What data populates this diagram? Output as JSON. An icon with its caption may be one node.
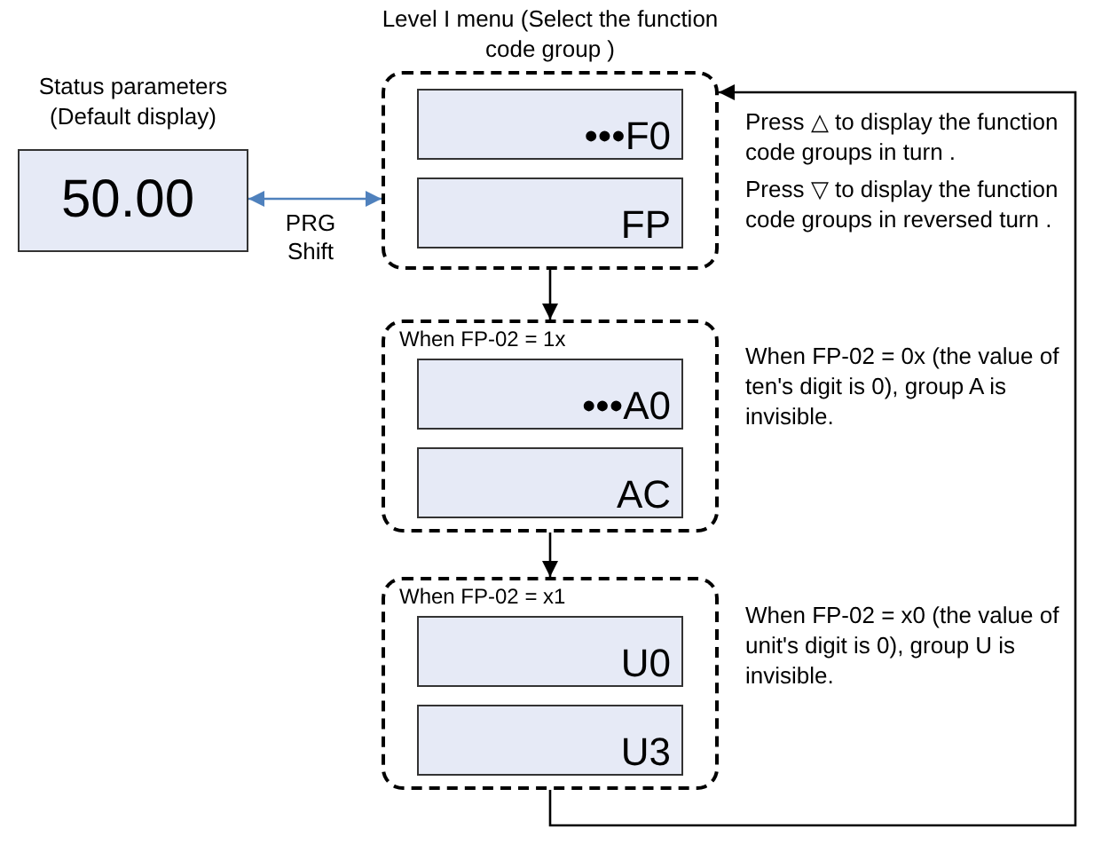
{
  "diagram": {
    "nodes": [
      {
        "text": [
          "Status parameters (Default display)",
          "50.00"
        ]
      },
      {
        "text": [
          "Level I menu (Select the function code group )"
        ]
      },
      {
        "text": [
          "•••F0"
        ],
        "in": 1
      },
      {
        "text": [
          "FP"
        ],
        "in": 1
      },
      {
        "text": [
          "When FP-02 = 1x"
        ]
      },
      {
        "text": [
          "•••A0"
        ],
        "in": 4
      },
      {
        "text": [
          "AC"
        ],
        "in": 4
      },
      {
        "text": [
          "When FP-02 = x1"
        ]
      },
      {
        "text": [
          "U0"
        ],
        "in": 7
      },
      {
        "text": [
          "U3"
        ],
        "in": 7
      }
    ],
    "edges": [
      {
        "from": 0,
        "to": 1,
        "arrow": "both",
        "label": "PRG Shift",
        "color": "#4f81bd"
      },
      {
        "from": 1,
        "to": 4,
        "arrow": "to"
      },
      {
        "from": 4,
        "to": 7,
        "arrow": "to"
      },
      {
        "from": 7,
        "to": 1,
        "arrow": "to"
      }
    ],
    "labels": [
      "Press △ to display the function code groups in turn .",
      "Press ▽ to display the function code groups in reversed turn .",
      "When FP-02 = 0x (the value of ten's digit is 0), group A is invisible.",
      "When FP-02 = x0 (the value of unit's digit is 0), group U is invisible."
    ]
  }
}
